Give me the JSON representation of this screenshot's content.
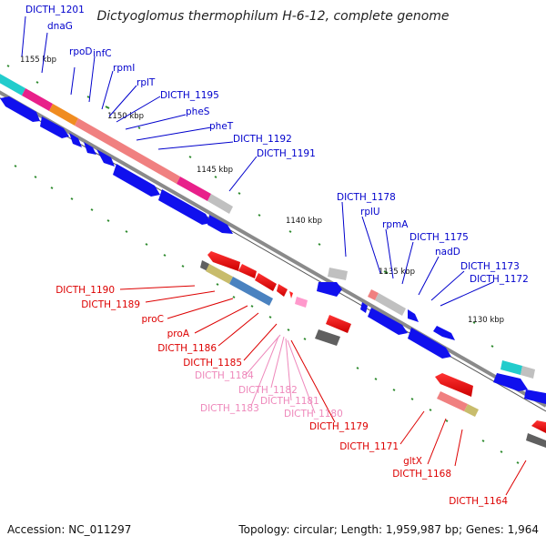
{
  "title": "Dictyoglomus thermophilum H-6-12, complete genome",
  "footer": {
    "accession": "Accession: NC_011297",
    "topology": "Topology: circular; Length: 1,959,987 bp; Genes: 1,964"
  },
  "colors": {
    "forward_label": "#0000cc",
    "reverse_label": "#dd0000",
    "pink_label": "#ee88bb",
    "backbone": "#8a8a8a",
    "tick": "#2e8b2e"
  },
  "coordinate_labels": [
    "1155 kbp",
    "1150 kbp",
    "1145 kbp",
    "1140 kbp",
    "1135 kbp",
    "1130 kbp"
  ],
  "forward_genes": [
    "DICTH_1201",
    "dnaG",
    "rpoD",
    "infC",
    "rpmI",
    "rplT",
    "DICTH_1195",
    "pheS",
    "pheT",
    "DICTH_1192",
    "DICTH_1191",
    "DICTH_1178",
    "rplU",
    "rpmA",
    "DICTH_1175",
    "nadD",
    "DICTH_1173",
    "DICTH_1172"
  ],
  "reverse_genes": [
    "DICTH_1190",
    "DICTH_1189",
    "proC",
    "proA",
    "DICTH_1186",
    "DICTH_1185",
    "DICTH_1171",
    "gltX",
    "DICTH_1168",
    "DICTH_1164",
    "DICTH_1179"
  ],
  "pseudo_genes": [
    "DICTH_1184",
    "DICTH_1183",
    "DICTH_1182",
    "DICTH_1181",
    "DICTH_1180"
  ]
}
